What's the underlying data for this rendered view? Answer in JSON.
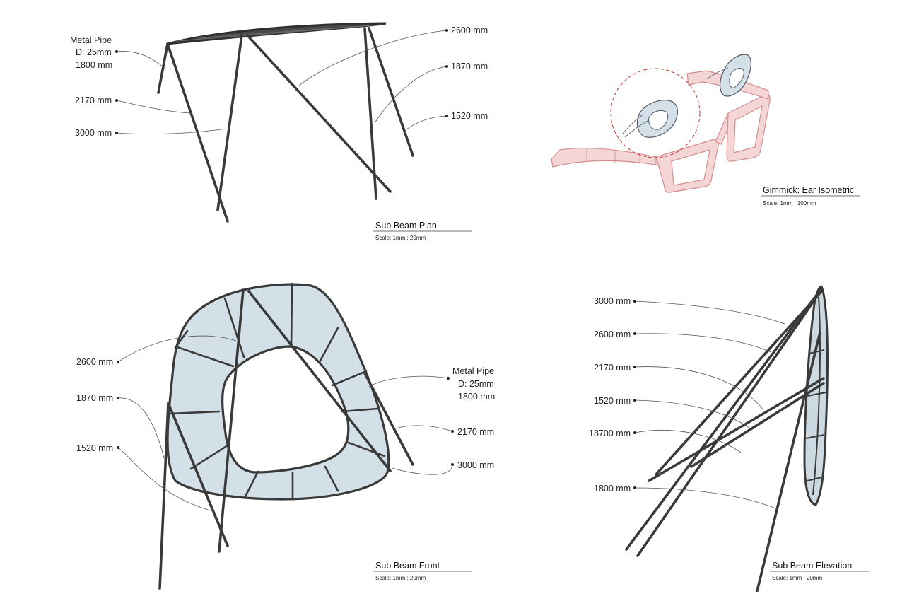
{
  "views": {
    "plan": {
      "title": "Sub Beam Plan",
      "scale": "Scale:  1mm : 20mm",
      "labels": {
        "pipe_line1": "Metal Pipe",
        "pipe_line2": "D: 25mm",
        "pipe_line3": "1800 mm",
        "l2170": "2170 mm",
        "l3000": "3000 mm",
        "l2600": "2600 mm",
        "l1870": "1870 mm",
        "l1520": "1520 mm"
      }
    },
    "ear": {
      "title": "Gimmick: Ear Isometric",
      "scale": "Scale:  1mm : 100mm"
    },
    "front": {
      "title": "Sub Beam Front",
      "scale": "Scale:  1mm : 20mm",
      "labels": {
        "l2600": "2600 mm",
        "l1870": "1870 mm",
        "l1520": "1520 mm",
        "pipe_line1": "Metal Pipe",
        "pipe_line2": "D: 25mm",
        "pipe_line3": "1800 mm",
        "l2170": "2170 mm",
        "l3000": "3000 mm"
      }
    },
    "elevation": {
      "title": "Sub Beam Elevation",
      "scale": "Scale:  1mm : 20mm",
      "labels": {
        "l3000": "3000 mm",
        "l2600": "2600 mm",
        "l2170": "2170 mm",
        "l1520": "1520 mm",
        "l18700": "18700 mm",
        "l1800": "1800 mm"
      }
    }
  },
  "colors": {
    "pipe": "#3a3a3a",
    "panel_fill": "#d3e0e8",
    "glasses_fill": "#f4d6d6",
    "glasses_stroke": "#d48c8c",
    "callout_circle": "#c0392b"
  }
}
